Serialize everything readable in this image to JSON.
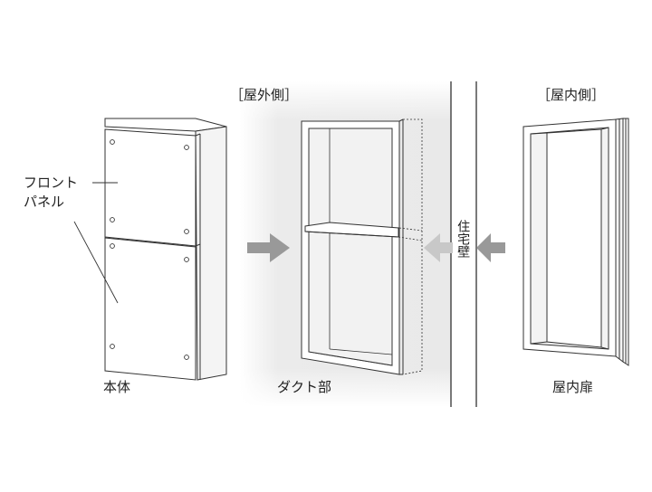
{
  "labels": {
    "front_panel_line1": "フロント",
    "front_panel_line2": "パネル",
    "body": "本体",
    "outdoor_side": "［屋外側］",
    "duct": "ダクト部",
    "house_wall": "住宅壁",
    "indoor_side": "［屋内側］",
    "indoor_door": "屋内扉"
  },
  "colors": {
    "outdoor_bg": "#ebebeb",
    "line": "#333333",
    "arrow": "#999999",
    "panel_fill": "#ffffff"
  }
}
